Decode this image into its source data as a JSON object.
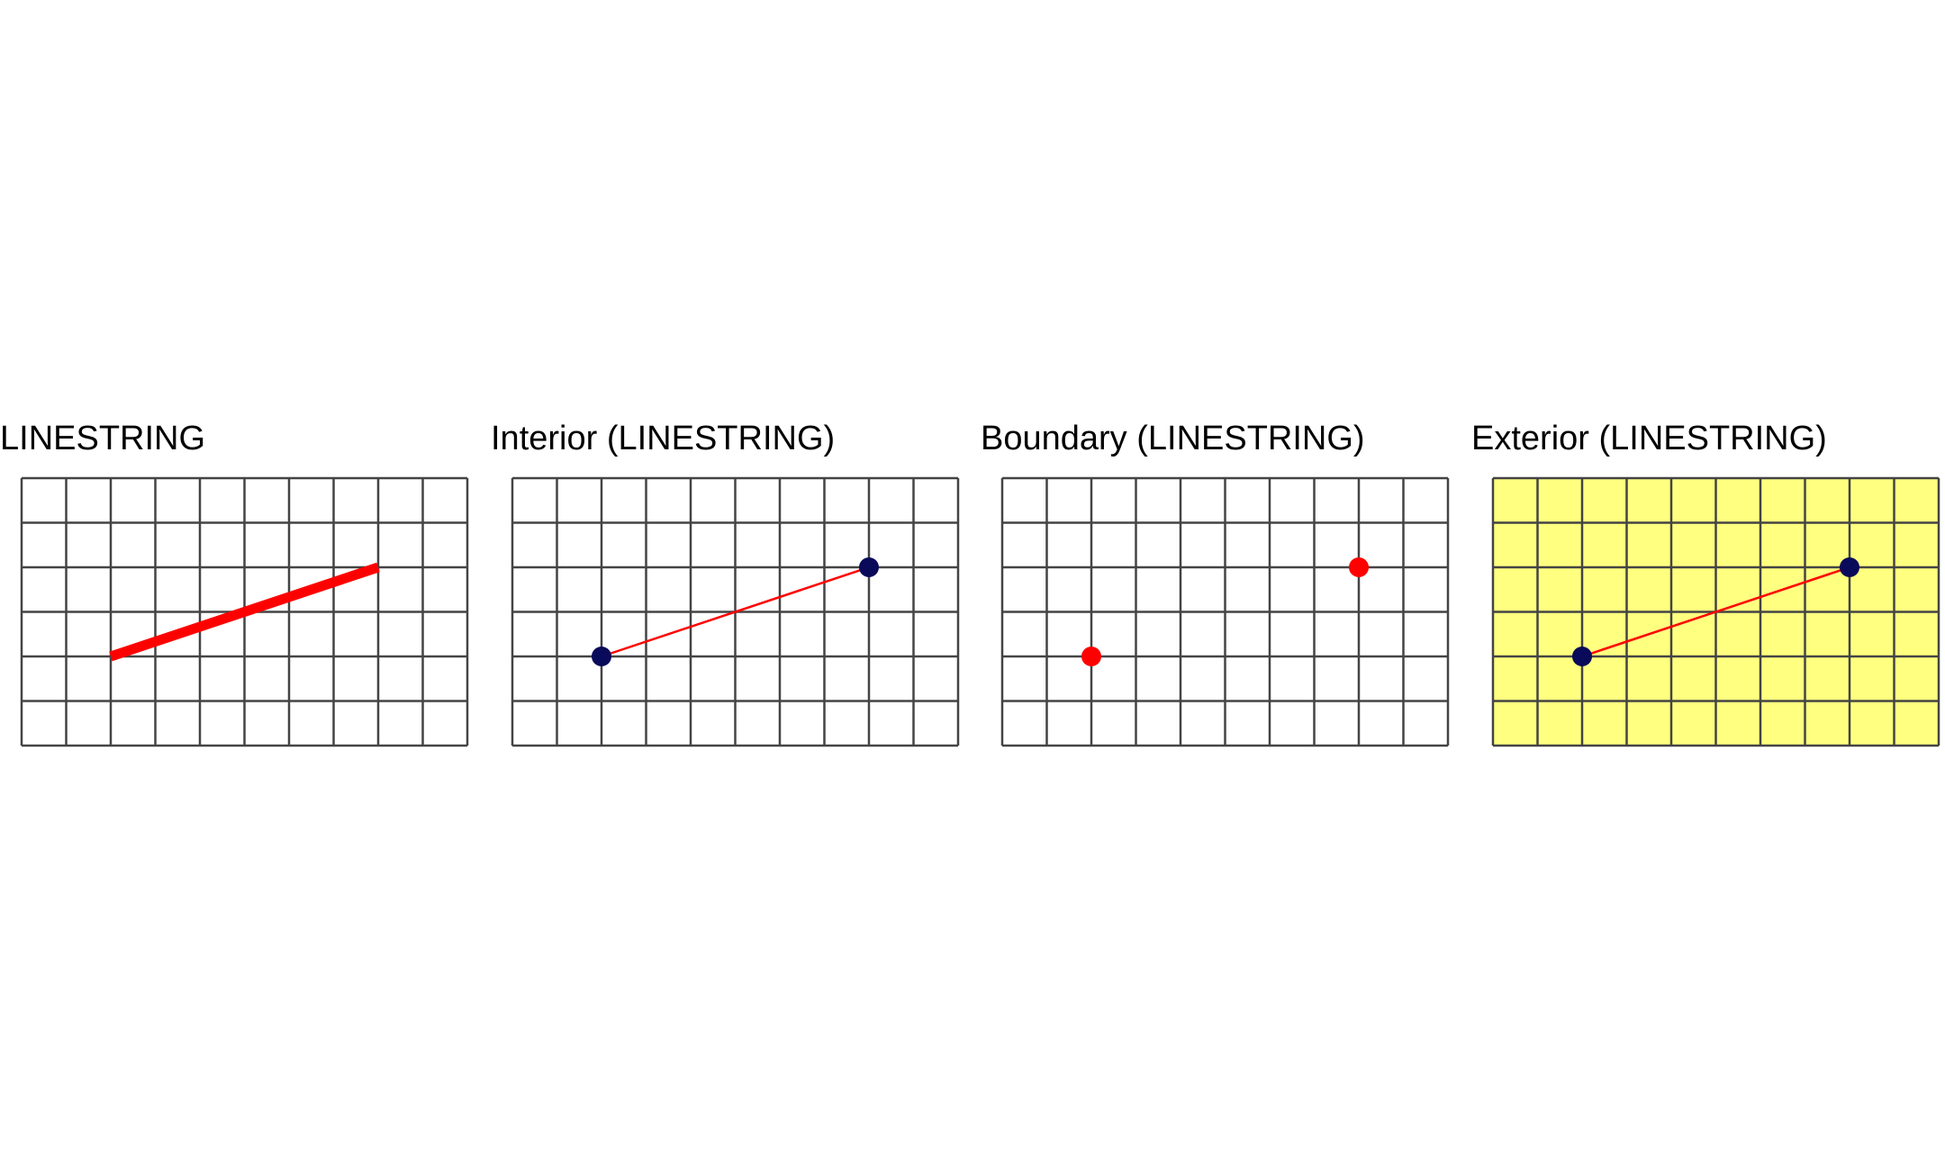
{
  "grid": {
    "columns": 10,
    "rows": 6,
    "line_color": "#444444",
    "background": "#ffffff"
  },
  "linestring": {
    "start": [
      2,
      2
    ],
    "end": [
      8,
      4
    ]
  },
  "colors": {
    "line": "#ff0000",
    "interior_point": "#0a0a5a",
    "boundary_point": "#ff0000",
    "exterior_fill": "#ffff80"
  },
  "panels": [
    {
      "title": "LINESTRING",
      "mode": "geometry"
    },
    {
      "title": "Interior (LINESTRING)",
      "mode": "interior"
    },
    {
      "title": "Boundary (LINESTRING)",
      "mode": "boundary"
    },
    {
      "title": "Exterior (LINESTRING)",
      "mode": "exterior"
    }
  ]
}
